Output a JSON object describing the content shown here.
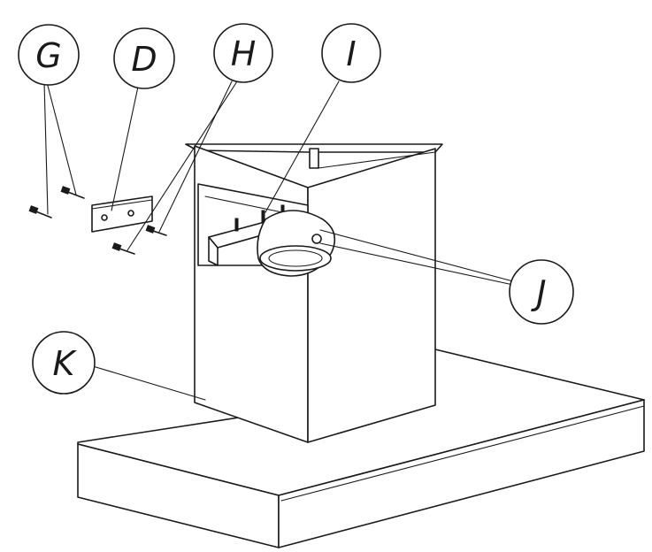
{
  "callouts": {
    "g": "G",
    "d": "D",
    "h": "H",
    "i": "I",
    "j": "J",
    "k": "K"
  },
  "colors": {
    "line": "#1a1a1a",
    "background": "#ffffff"
  }
}
